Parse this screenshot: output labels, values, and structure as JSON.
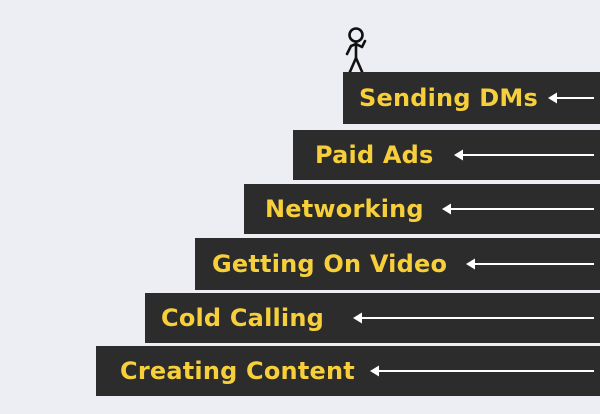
{
  "steps": [
    {
      "label": "Sending DMs"
    },
    {
      "label": "Paid Ads"
    },
    {
      "label": "Networking"
    },
    {
      "label": "Getting On Video"
    },
    {
      "label": "Cold Calling"
    },
    {
      "label": "Creating Content"
    }
  ],
  "colors": {
    "background": "#eceef4",
    "step": "#2c2c2c",
    "text": "#f7cf3b",
    "arrow": "#ffffff"
  },
  "icons": {
    "figure": "stick-figure-icon",
    "arrow": "left-arrow-icon"
  }
}
